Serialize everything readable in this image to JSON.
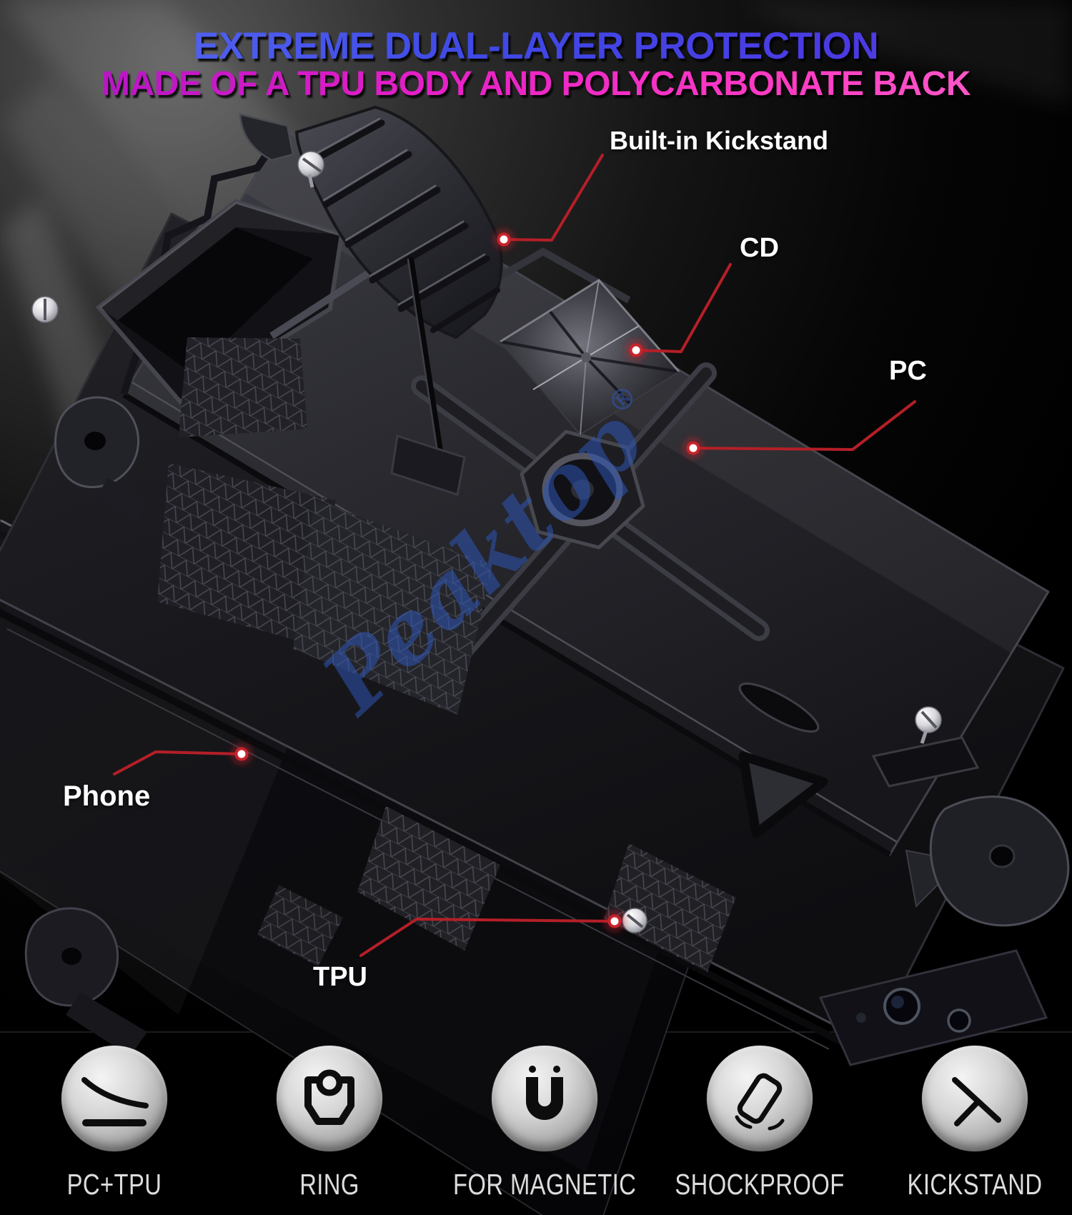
{
  "header": {
    "title_line1": "EXTREME DUAL-LAYER PROTECTION",
    "title_line2": "MADE OF A TPU BODY AND POLYCARBONATE BACK"
  },
  "callouts": [
    {
      "id": "kickstand",
      "label": "Built-in Kickstand"
    },
    {
      "id": "cd",
      "label": "CD"
    },
    {
      "id": "pc",
      "label": "PC"
    },
    {
      "id": "phone",
      "label": "Phone"
    },
    {
      "id": "tpu",
      "label": "TPU"
    }
  ],
  "watermark": {
    "text": "Peaktop",
    "registered_mark": "®"
  },
  "features": [
    {
      "label": "PC+TPU",
      "icon": "case-layers-icon"
    },
    {
      "label": "RING",
      "icon": "ring-holder-icon"
    },
    {
      "label": "FOR MAGNETIC",
      "icon": "magnet-icon"
    },
    {
      "label": "SHOCKPROOF",
      "icon": "falling-phone-icon"
    },
    {
      "label": "KICKSTAND",
      "icon": "kickstand-prop-icon"
    }
  ],
  "colors": {
    "background": "#000000",
    "title_blue": "#4a55ee",
    "title_magenta": "#ee2cc6",
    "callout_red": "#b51f27",
    "callout_text": "#ffffff",
    "watermark_blue": "#2d55b5",
    "feature_label_gray": "#dcdcdc",
    "feature_circle_silver": "#d6d6d6"
  }
}
